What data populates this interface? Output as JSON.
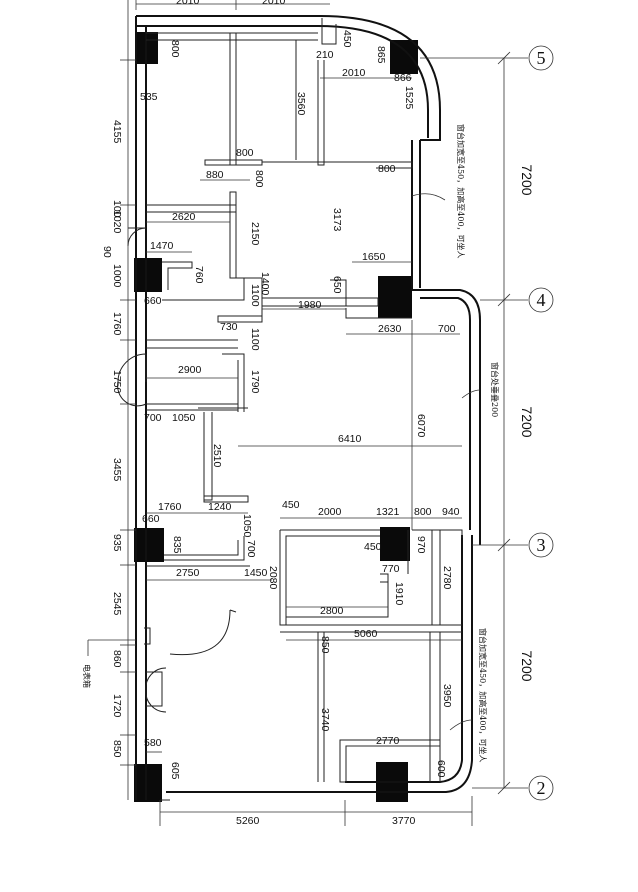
{
  "axis_labels": [
    "5",
    "4",
    "3",
    "2"
  ],
  "axis_spans": [
    "7200",
    "7200",
    "7200"
  ],
  "notes": {
    "window_sill_1": "窗台加宽至450，加高至400，可坐人",
    "window_sill_2": "窗台处垂叠200",
    "window_sill_3": "窗台加宽至450，加高至400，可坐人",
    "meter_box": "电表箱"
  },
  "dims": {
    "top_left_a": "2010",
    "top_left_b": "2010",
    "d800_top": "800",
    "d450_top": "450",
    "d210": "210",
    "d865": "865",
    "d2010": "2010",
    "d866": "866",
    "d1525": "1525",
    "d535": "535",
    "d4155": "4155",
    "d3560": "3560",
    "d800_a": "800",
    "d880": "880",
    "d800_b": "800",
    "d800_c": "800",
    "d3173": "3173",
    "d100": "100",
    "d2620": "2620",
    "d1020": "1020",
    "d2150": "2150",
    "d90": "90",
    "d1470": "1470",
    "d760": "760",
    "d1000": "1000",
    "d1650": "1650",
    "d650": "650",
    "d1400": "1400",
    "d1100a": "1100",
    "d660a": "660",
    "d1980": "1980",
    "d1760a": "1760",
    "d730": "730",
    "d2630": "2630",
    "d700a": "700",
    "d1100b": "1100",
    "d2900": "2900",
    "d1750": "1750",
    "d1790": "1790",
    "d700b": "700",
    "d1050a": "1050",
    "d6070": "6070",
    "d6410": "6410",
    "d2510": "2510",
    "d3455": "3455",
    "d1760b": "1760",
    "d1240": "1240",
    "d450b": "450",
    "d2000": "2000",
    "d1321": "1321",
    "d800d": "800",
    "d940": "940",
    "d660b": "660",
    "d1050b": "1050",
    "d835": "835",
    "d700c": "700",
    "d935": "935",
    "d450c": "450",
    "d970": "970",
    "d2750": "2750",
    "d1450": "1450",
    "d2080": "2080",
    "d770": "770",
    "d1910": "1910",
    "d2780": "2780",
    "d2545": "2545",
    "d2800": "2800",
    "d5060": "5060",
    "d850a": "850",
    "d860": "860",
    "d3950": "3950",
    "d1720": "1720",
    "d3740": "3740",
    "d850b": "850",
    "d580": "580",
    "d2770": "2770",
    "d605": "605",
    "d600": "600",
    "d5260": "5260",
    "d3770": "3770"
  }
}
